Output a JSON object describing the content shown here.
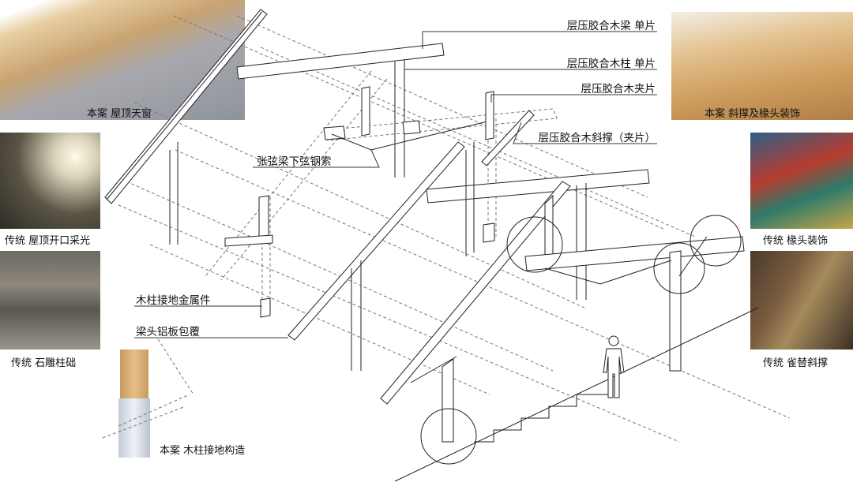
{
  "title_labels": {
    "beam": "层压胶合木梁 单片",
    "column": "层压胶合木柱 单片",
    "clamp": "层压胶合木夹片",
    "brace": "层压胶合木斜撑（夹片）",
    "cable": "张弦梁下弦钢索",
    "base_metal": "木柱接地金属件",
    "beam_end": "梁头铝板包覆"
  },
  "photos": {
    "skylight": "本案 屋顶天窗",
    "trad_skylight": "传统 屋顶开口采光",
    "trad_plinth": "传统 石雕柱础",
    "base_detail": "本案 木柱接地构造",
    "brace_deco": "本案 斜撑及椽头装饰",
    "trad_rafter": "传统 椽头装饰",
    "trad_queti": "传统 雀替斜撑"
  },
  "colors": {
    "line": "#222222",
    "wood": "#d9b27c",
    "roof": "#9aa0a8"
  }
}
